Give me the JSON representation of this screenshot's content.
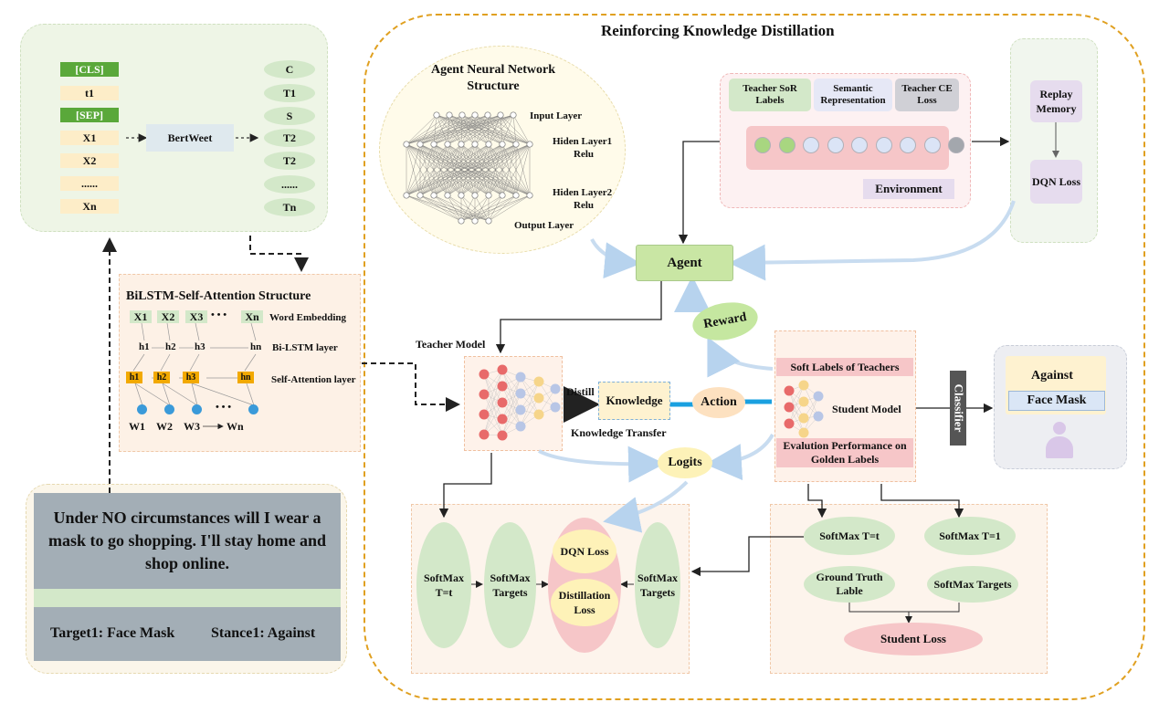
{
  "title": "Reinforcing Knowledge Distillation",
  "bert": {
    "inputs": [
      "[CLS]",
      "t1",
      "[SEP]",
      "X1",
      "X2",
      "......",
      "Xn"
    ],
    "model": "BertWeet",
    "outputs": [
      "C",
      "T1",
      "S",
      "T2",
      "T2",
      "......",
      "Tn"
    ]
  },
  "bilstm": {
    "title": "BiLSTM-Self-Attention Structure",
    "x_tokens": [
      "X1",
      "X2",
      "X3",
      "Xn"
    ],
    "dots": "•  •  •",
    "word_embedding": "Word Embedding",
    "h_tokens": [
      "h1",
      "h2",
      "h3",
      "hn"
    ],
    "bilstm_layer": "Bi-LSTM layer",
    "attention_layer": "Self-Attention layer",
    "w_tokens": [
      "W1",
      "W2",
      "W3",
      "Wn"
    ],
    "w_dots": "•  •  •"
  },
  "tweet": {
    "text": "Under NO circumstances will I wear a mask to go shopping. I'll stay home and shop online.",
    "target": "Target1: Face Mask",
    "stance": "Stance1: Against"
  },
  "agent_structure": {
    "title": "Agent Neural Network Structure",
    "input_layer": "Input Layer",
    "hidden1": "Hiden Layer1",
    "hidden1_act": "Relu",
    "hidden2": "Hiden Layer2",
    "hidden2_act": "Relu",
    "output_layer": "Output Layer"
  },
  "environment": {
    "teacher_sor": "Teacher SoR Labels",
    "semantic": "Semantic Representation",
    "teacher_ce": "Teacher CE Loss",
    "label": "Environment"
  },
  "replay": {
    "memory": "Replay Memory",
    "dqn": "DQN Loss"
  },
  "agent_label": "Agent",
  "reward_label": "Reward",
  "teacher_model": "Teacher Model",
  "distill": "Distill",
  "knowledge": "Knowledge",
  "knowledge_transfer": "Knowledge Transfer",
  "action": "Action",
  "logits": "Logits",
  "student": {
    "soft_labels": "Soft Labels of Teachers",
    "model": "Student Model",
    "eval": "Evalution Performance on Golden Labels"
  },
  "classifier": "Classifier",
  "result": {
    "stance": "Against",
    "target": "Face Mask"
  },
  "teacher_loss": {
    "softmax_t": "SoftMax T=t",
    "softmax_targets": "SoftMax Targets",
    "dqn_loss": "DQN Loss",
    "distillation_loss": "Distillation Loss",
    "softmax_targets2": "SoftMax Targets"
  },
  "student_loss": {
    "softmax_t": "SoftMax T=t",
    "softmax_1": "SoftMax T=1",
    "ground_truth": "Ground Truth Lable",
    "softmax_targets": "SoftMax Targets",
    "loss": "Student Loss"
  },
  "colors": {
    "green_fill": "#d3e8c9",
    "yellow_fill": "#fff2cc",
    "pink_fill": "#f8cecc",
    "blue_arrow": "#1aa0e0",
    "dashed_orange": "#e0a020",
    "gray_box": "#a3aeb6"
  }
}
